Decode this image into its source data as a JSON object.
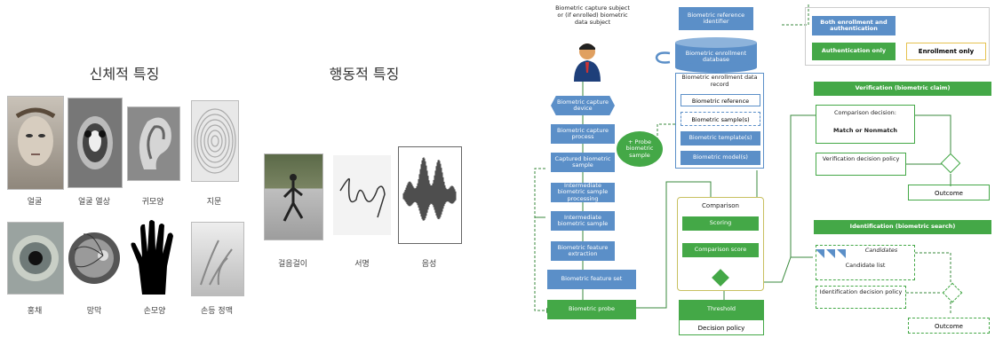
{
  "left": {
    "physical_title": "신체적 특징",
    "behavioral_title": "행동적 특징",
    "physical": [
      {
        "label": "얼굴",
        "icon": "face-photo-icon"
      },
      {
        "label": "얼굴 열상",
        "icon": "face-thermogram-icon"
      },
      {
        "label": "귀모양",
        "icon": "ear-photo-icon"
      },
      {
        "label": "지문",
        "icon": "fingerprint-icon"
      },
      {
        "label": "홍채",
        "icon": "iris-photo-icon"
      },
      {
        "label": "망막",
        "icon": "retina-photo-icon"
      },
      {
        "label": "손모양",
        "icon": "hand-silhouette-icon"
      },
      {
        "label": "손등 정맥",
        "icon": "hand-vein-icon"
      }
    ],
    "behavioral": [
      {
        "label": "걸음걸이",
        "icon": "gait-photo-icon"
      },
      {
        "label": "서명",
        "icon": "signature-icon"
      },
      {
        "label": "음성",
        "icon": "voice-waveform-icon"
      }
    ]
  },
  "diagram": {
    "subject_label": "Biometric capture subject or (if enrolled) biometric data subject",
    "pipeline": [
      "Biometric capture device",
      "Biometric capture process",
      "Captured biometric sample",
      "Intermediate biometric sample processing",
      "Intermediate biometric sample",
      "Biometric feature extraction",
      "Biometric feature set",
      "Biometric probe"
    ],
    "probe_bubble": "+ Probe biometric sample",
    "ref_identifier": "Biometric reference identifier",
    "database": "Biometric enrollment database",
    "record_title": "Biometric enrollment data record",
    "record_items": [
      "Biometric reference",
      "Biometric sample(s)",
      "Biometric template(s)",
      "Biometric model(s)"
    ],
    "comparison_title": "Comparison",
    "scoring": "Scoring",
    "score": "Comparison score",
    "threshold": "Threshold",
    "decision_policy": "Decision policy",
    "legend": {
      "both": "Both enrollment and authentication",
      "auth_only": "Authentication only",
      "enroll_only": "Enrollment only"
    },
    "verification": {
      "header": "Verification (biometric claim)",
      "decision": "Comparison decision:",
      "match": "Match or Nonmatch",
      "policy": "Verification decision policy",
      "outcome": "Outcome"
    },
    "identification": {
      "header": "Identification (biometric search)",
      "candidates": "Candidates",
      "candidate_list": "Candidate list",
      "policy": "Identification decision policy",
      "outcome": "Outcome"
    }
  }
}
